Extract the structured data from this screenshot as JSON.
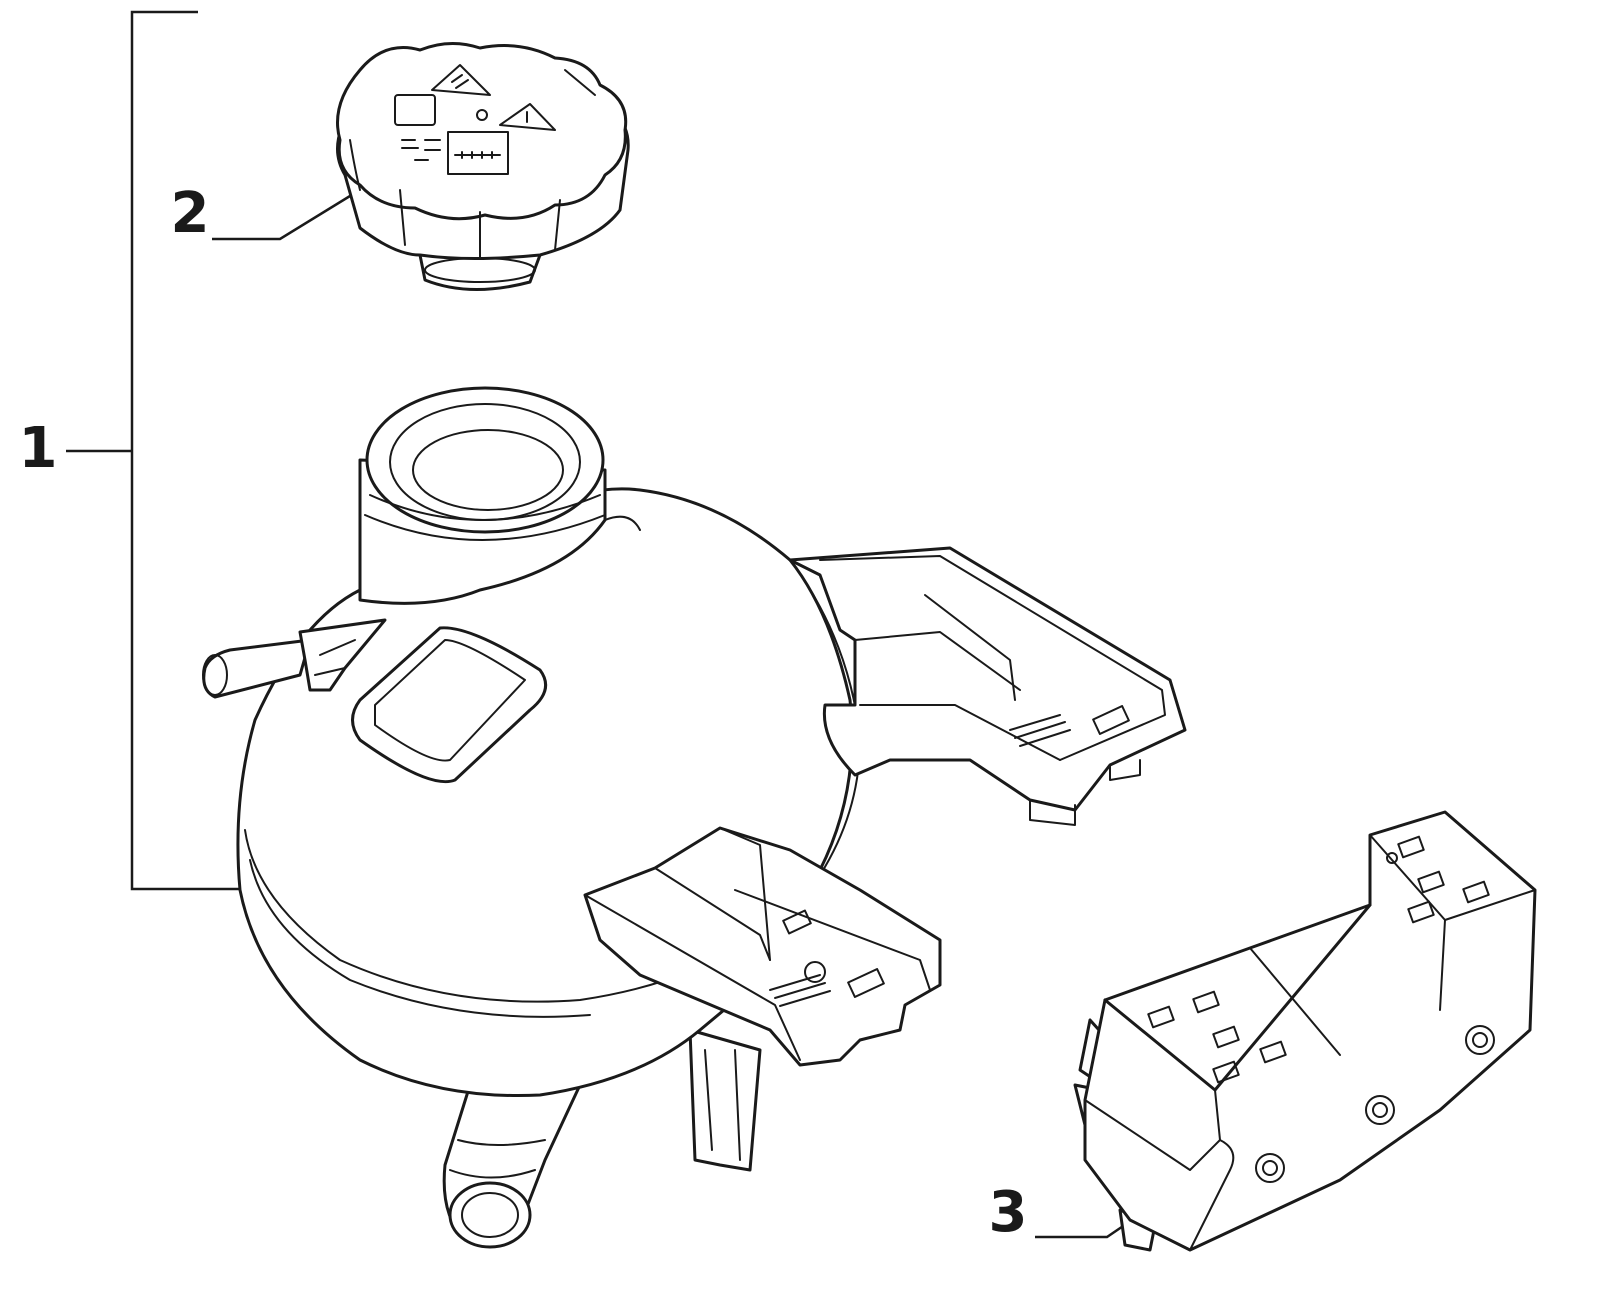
{
  "diagram": {
    "callouts": [
      {
        "id": "1",
        "label": "1"
      },
      {
        "id": "2",
        "label": "2"
      },
      {
        "id": "3",
        "label": "3"
      }
    ],
    "parts": [
      {
        "callout": "1",
        "icon": "expansion-tank-assembly-icon"
      },
      {
        "callout": "2",
        "icon": "pressure-cap-icon"
      },
      {
        "callout": "3",
        "icon": "mounting-bracket-icon"
      }
    ],
    "line_color": "#1a1a1a",
    "background": "#ffffff"
  }
}
